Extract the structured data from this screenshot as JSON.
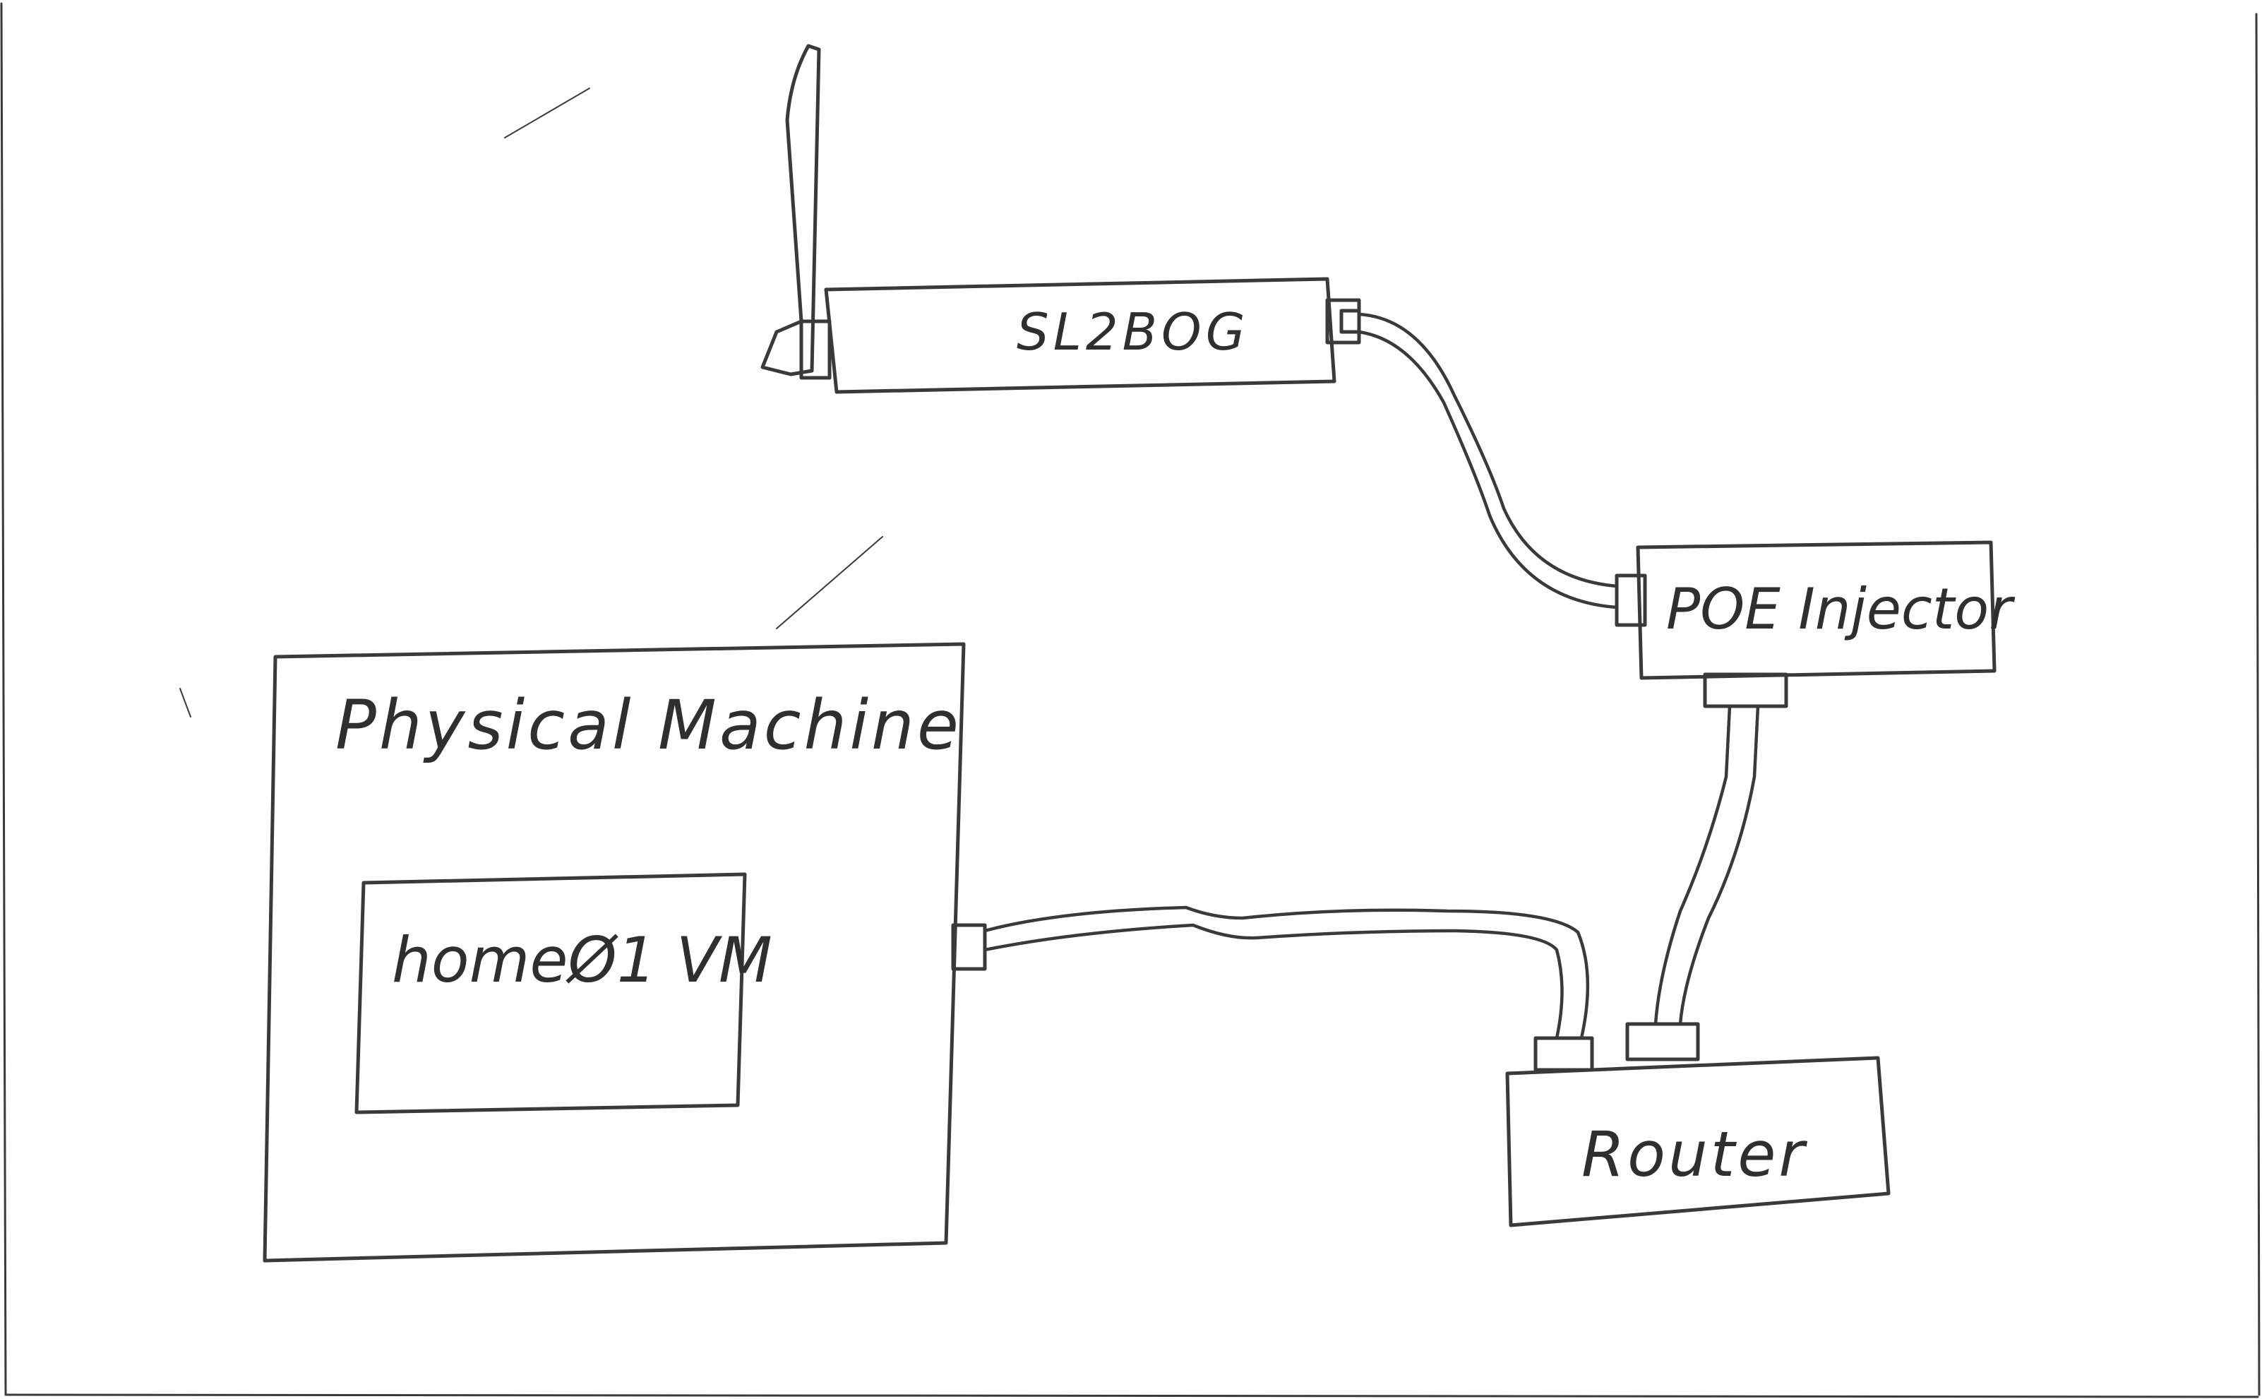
{
  "nodes": {
    "antenna_device": {
      "label": "SL2BOG"
    },
    "poe_injector": {
      "label": "POE Injector"
    },
    "physical_machine": {
      "label": "Physical Machine"
    },
    "vm": {
      "label": "homeØ1 VM"
    },
    "router": {
      "label": "Router"
    }
  },
  "edges": [
    {
      "from": "antenna_device",
      "to": "poe_injector"
    },
    {
      "from": "poe_injector",
      "to": "router"
    },
    {
      "from": "physical_machine",
      "to": "router"
    }
  ],
  "colors": {
    "ink": "#3a3a3a",
    "paper": "#ffffff"
  }
}
